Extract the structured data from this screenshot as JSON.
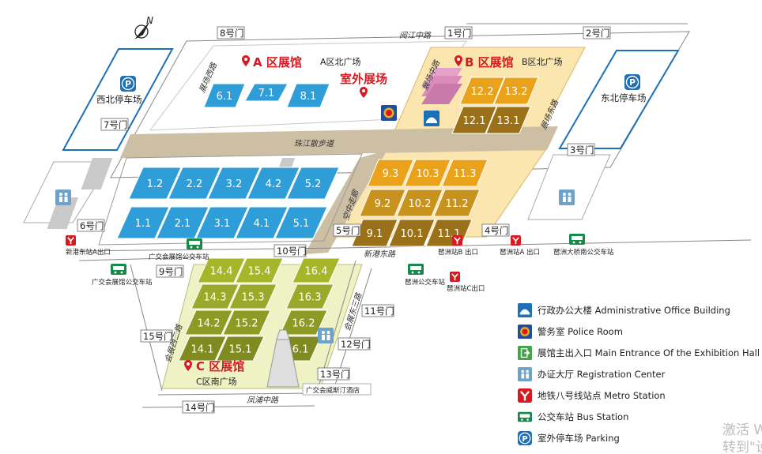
{
  "zones": {
    "a": {
      "title": "A 区展馆",
      "plaza": "A区北广场",
      "outdoor": "室外展场"
    },
    "b": {
      "title": "B 区展馆",
      "plaza": "B区北广场"
    },
    "c": {
      "title": "C 区展馆",
      "plaza": "C区南广场",
      "hotel": "广交会威斯汀酒店"
    }
  },
  "halls": {
    "a_top": [
      "6.1",
      "7.1",
      "8.1"
    ],
    "a_row2": [
      "1.2",
      "2.2",
      "3.2",
      "4.2",
      "5.2"
    ],
    "a_row1": [
      "1.1",
      "2.1",
      "3.1",
      "4.1",
      "5.1"
    ],
    "b_top": [
      "12.2",
      "13.2",
      "12.1",
      "13.1"
    ],
    "b_main": [
      "9.3",
      "10.3",
      "11.3",
      "9.2",
      "10.2",
      "11.2",
      "9.1",
      "10.1",
      "11.1"
    ],
    "c_halls": [
      "14.4",
      "15.4",
      "16.4",
      "14.3",
      "15.3",
      "16.3",
      "14.2",
      "15.2",
      "16.2",
      "14.1",
      "15.1",
      "16.1"
    ]
  },
  "gates": [
    "1号门",
    "2号门",
    "3号门",
    "4号门",
    "5号门",
    "6号门",
    "7号门",
    "8号门",
    "9号门",
    "10号门",
    "11号门",
    "12号门",
    "13号门",
    "14号门",
    "15号门"
  ],
  "roads": {
    "yuejiang": "阅江中路",
    "zhanchang_west": "展场西路",
    "zhanchang_middle": "展场中路",
    "zhanchang_east": "展场东路",
    "zhujiang_walk": "珠江散步道",
    "xingang_east": "新港东路",
    "fengpu": "凤浦中路",
    "hui_west": "会展西二路",
    "hui_east": "会展东三路",
    "aerial": "空中走廊"
  },
  "parking": {
    "northwest": "西北停车场",
    "northeast": "东北停车场"
  },
  "stations": {
    "xingang_a": "新港东站A出口",
    "huizhou_b": "琶洲站B 出口",
    "huizhou_a": "琶洲站A 出口",
    "huizhou_c": "琶洲站C出口",
    "bus_main": "广交会展馆公交车站",
    "bus_left": "广交会展馆公交车站",
    "bus_pazhou": "琶洲公交车站",
    "bus_bridge": "琶洲大桥南公交车站"
  },
  "legend": [
    {
      "icon": "admin-building-icon",
      "text": "行政办公大楼 Administrative Office Building"
    },
    {
      "icon": "police-icon",
      "text": "警务室 Police Room"
    },
    {
      "icon": "main-entrance-icon",
      "text": "展馆主出入口 Main Entrance Of the Exhibition Hall"
    },
    {
      "icon": "registration-icon",
      "text": "办证大厅 Registration Center"
    },
    {
      "icon": "metro-icon",
      "text": "地铁八号线站点 Metro Station"
    },
    {
      "icon": "bus-icon",
      "text": "公交车站 Bus Station"
    },
    {
      "icon": "parking-icon",
      "text": "室外停车场 Parking"
    }
  ],
  "compass": "N",
  "colors": {
    "blue": "#2f9ed8",
    "orange": "#e9a21a",
    "brown": "#9a7118",
    "olive": "#a6b52a",
    "oliveDark": "#7f8a1f",
    "red": "#d71a21",
    "green": "#17894a",
    "walkway": "#cdbfa4",
    "bPlaza": "#fbe6b0",
    "cPlaza": "#eef2c4"
  },
  "watermark": {
    "line1": "激活 W",
    "line2": "转到\"设"
  }
}
